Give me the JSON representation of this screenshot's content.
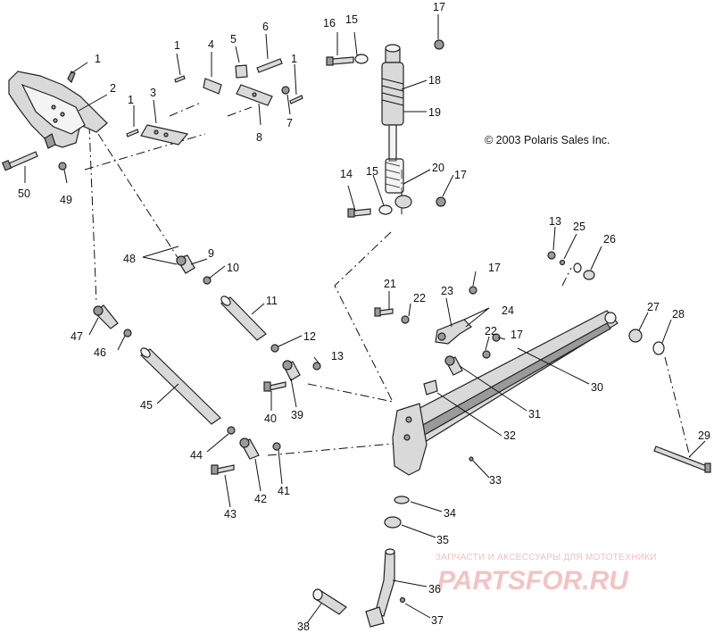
{
  "copyright": "© 2003 Polaris Sales Inc.",
  "watermark": {
    "subtitle": "ЗАПЧАСТИ И АКСЕССУАРЫ ДЛЯ МОТОТЕХНИКИ",
    "logo": "PARTSFOR.RU"
  },
  "callouts": {
    "c1a": "1",
    "c1b": "1",
    "c1c": "1",
    "c1d": "1",
    "c2": "2",
    "c3": "3",
    "c4": "4",
    "c5": "5",
    "c6": "6",
    "c7": "7",
    "c8": "8",
    "c9": "9",
    "c10": "10",
    "c11": "11",
    "c12": "12",
    "c13a": "13",
    "c13b": "13",
    "c14": "14",
    "c15a": "15",
    "c15b": "15",
    "c16": "16",
    "c17a": "17",
    "c17b": "17",
    "c17c": "17",
    "c17d": "17",
    "c18": "18",
    "c19": "19",
    "c20": "20",
    "c21": "21",
    "c22a": "22",
    "c22b": "22",
    "c23": "23",
    "c24": "24",
    "c25": "25",
    "c26": "26",
    "c27": "27",
    "c28": "28",
    "c29": "29",
    "c30": "30",
    "c31": "31",
    "c32": "32",
    "c33": "33",
    "c34": "34",
    "c35": "35",
    "c36": "36",
    "c37": "37",
    "c38": "38",
    "c39": "39",
    "c40": "40",
    "c41": "41",
    "c42": "42",
    "c43": "43",
    "c44": "44",
    "c45": "45",
    "c46": "46",
    "c47": "47",
    "c48": "48",
    "c49": "49",
    "c50": "50"
  }
}
